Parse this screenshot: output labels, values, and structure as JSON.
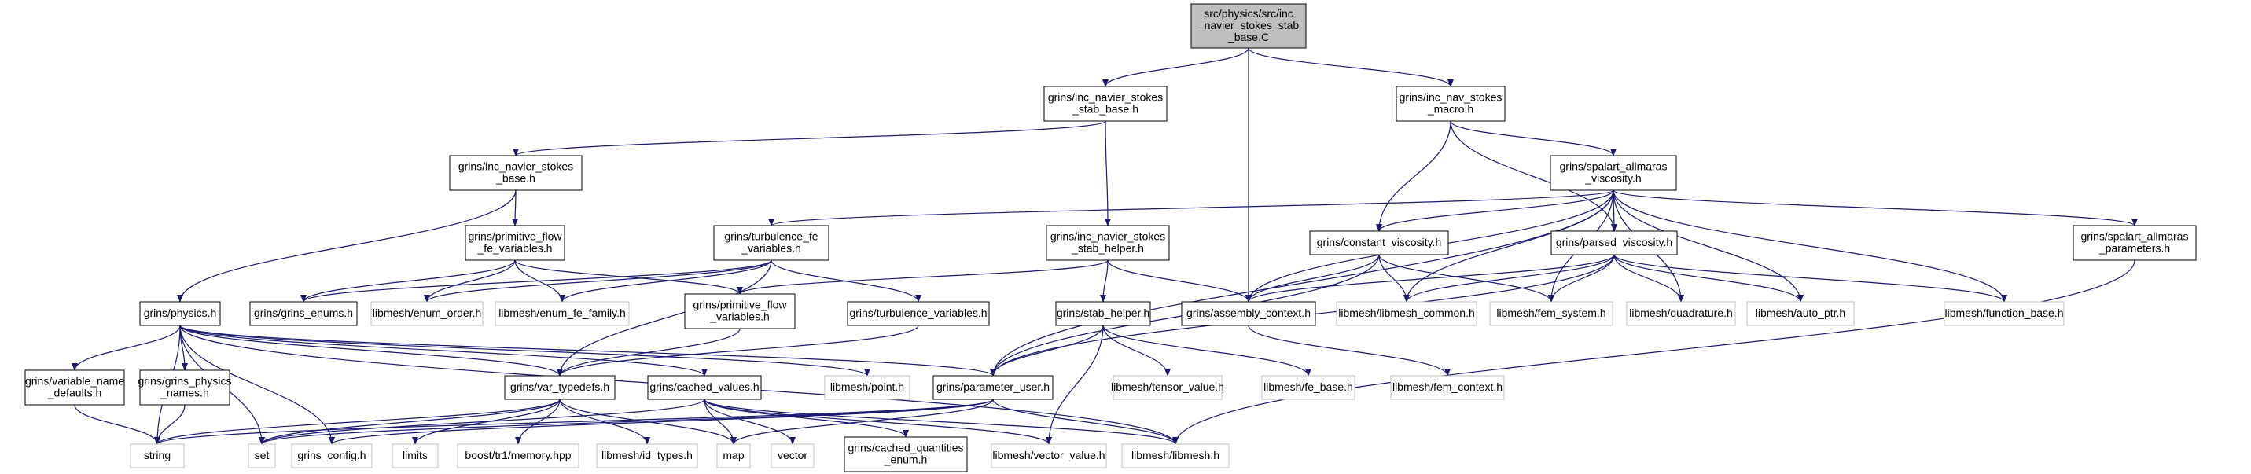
{
  "colors": {
    "edge": "#191970",
    "node_border": "#000000",
    "system_border": "#bfbfbf",
    "root_fill": "#bfbfbf",
    "node_fill": "#ffffff"
  },
  "nodes": [
    {
      "id": "root",
      "lines": [
        "src/physics/src/inc",
        "_navier_stokes_stab",
        "_base.C"
      ],
      "kind": "root"
    },
    {
      "id": "inc_ns_stab_base",
      "lines": [
        "grins/inc_navier_stokes",
        "_stab_base.h"
      ],
      "kind": "header"
    },
    {
      "id": "inc_nav_macro",
      "lines": [
        "grins/inc_nav_stokes",
        "_macro.h"
      ],
      "kind": "header"
    },
    {
      "id": "inc_ns_base",
      "lines": [
        "grins/inc_navier_stokes",
        "_base.h"
      ],
      "kind": "header"
    },
    {
      "id": "spalart_visc",
      "lines": [
        "grins/spalart_allmaras",
        "_viscosity.h"
      ],
      "kind": "header"
    },
    {
      "id": "prim_flow_fe",
      "lines": [
        "grins/primitive_flow",
        "_fe_variables.h"
      ],
      "kind": "header"
    },
    {
      "id": "turb_fe",
      "lines": [
        "grins/turbulence_fe",
        "_variables.h"
      ],
      "kind": "header"
    },
    {
      "id": "inc_ns_stab_helper",
      "lines": [
        "grins/inc_navier_stokes",
        "_stab_helper.h"
      ],
      "kind": "header"
    },
    {
      "id": "constant_visc",
      "lines": [
        "grins/constant_viscosity.h"
      ],
      "kind": "header"
    },
    {
      "id": "parsed_visc",
      "lines": [
        "grins/parsed_viscosity.h"
      ],
      "kind": "header"
    },
    {
      "id": "spalart_params",
      "lines": [
        "grins/spalart_allmaras",
        "_parameters.h"
      ],
      "kind": "header"
    },
    {
      "id": "physics",
      "lines": [
        "grins/physics.h"
      ],
      "kind": "header"
    },
    {
      "id": "grins_enums",
      "lines": [
        "grins/grins_enums.h"
      ],
      "kind": "header"
    },
    {
      "id": "enum_order",
      "lines": [
        "libmesh/enum_order.h"
      ],
      "kind": "system"
    },
    {
      "id": "enum_fe_family",
      "lines": [
        "libmesh/enum_fe_family.h"
      ],
      "kind": "system"
    },
    {
      "id": "prim_flow_vars",
      "lines": [
        "grins/primitive_flow",
        "_variables.h"
      ],
      "kind": "header"
    },
    {
      "id": "turb_vars",
      "lines": [
        "grins/turbulence_variables.h"
      ],
      "kind": "header"
    },
    {
      "id": "stab_helper",
      "lines": [
        "grins/stab_helper.h"
      ],
      "kind": "header"
    },
    {
      "id": "assembly_ctx",
      "lines": [
        "grins/assembly_context.h"
      ],
      "kind": "header"
    },
    {
      "id": "libmesh_common",
      "lines": [
        "libmesh/libmesh_common.h"
      ],
      "kind": "system"
    },
    {
      "id": "fem_system",
      "lines": [
        "libmesh/fem_system.h"
      ],
      "kind": "system"
    },
    {
      "id": "quadrature",
      "lines": [
        "libmesh/quadrature.h"
      ],
      "kind": "system"
    },
    {
      "id": "auto_ptr",
      "lines": [
        "libmesh/auto_ptr.h"
      ],
      "kind": "system"
    },
    {
      "id": "function_base",
      "lines": [
        "libmesh/function_base.h"
      ],
      "kind": "system"
    },
    {
      "id": "var_name_defaults",
      "lines": [
        "grins/variable_name",
        "_defaults.h"
      ],
      "kind": "header"
    },
    {
      "id": "physics_names",
      "lines": [
        "grins/grins_physics",
        "_names.h"
      ],
      "kind": "header"
    },
    {
      "id": "var_typedefs",
      "lines": [
        "grins/var_typedefs.h"
      ],
      "kind": "header"
    },
    {
      "id": "cached_values",
      "lines": [
        "grins/cached_values.h"
      ],
      "kind": "header"
    },
    {
      "id": "point",
      "lines": [
        "libmesh/point.h"
      ],
      "kind": "system"
    },
    {
      "id": "param_user",
      "lines": [
        "grins/parameter_user.h"
      ],
      "kind": "header"
    },
    {
      "id": "tensor_value",
      "lines": [
        "libmesh/tensor_value.h"
      ],
      "kind": "system"
    },
    {
      "id": "fe_base",
      "lines": [
        "libmesh/fe_base.h"
      ],
      "kind": "system"
    },
    {
      "id": "fem_context",
      "lines": [
        "libmesh/fem_context.h"
      ],
      "kind": "system"
    },
    {
      "id": "string",
      "lines": [
        "string"
      ],
      "kind": "system"
    },
    {
      "id": "set",
      "lines": [
        "set"
      ],
      "kind": "system"
    },
    {
      "id": "grins_config",
      "lines": [
        "grins_config.h"
      ],
      "kind": "system"
    },
    {
      "id": "limits",
      "lines": [
        "limits"
      ],
      "kind": "system"
    },
    {
      "id": "memory_hpp",
      "lines": [
        "boost/tr1/memory.hpp"
      ],
      "kind": "system"
    },
    {
      "id": "id_types",
      "lines": [
        "libmesh/id_types.h"
      ],
      "kind": "system"
    },
    {
      "id": "map",
      "lines": [
        "map"
      ],
      "kind": "system"
    },
    {
      "id": "vector",
      "lines": [
        "vector"
      ],
      "kind": "system"
    },
    {
      "id": "cached_quant_enum",
      "lines": [
        "grins/cached_quantities",
        "_enum.h"
      ],
      "kind": "header"
    },
    {
      "id": "vector_value",
      "lines": [
        "libmesh/vector_value.h"
      ],
      "kind": "system"
    },
    {
      "id": "libmesh_h",
      "lines": [
        "libmesh/libmesh.h"
      ],
      "kind": "system"
    }
  ],
  "edges": [
    [
      "root",
      "inc_ns_stab_base"
    ],
    [
      "root",
      "inc_nav_macro"
    ],
    [
      "root",
      "assembly_ctx"
    ],
    [
      "inc_ns_stab_base",
      "inc_ns_base"
    ],
    [
      "inc_ns_stab_base",
      "inc_ns_stab_helper"
    ],
    [
      "inc_nav_macro",
      "spalart_visc"
    ],
    [
      "inc_nav_macro",
      "constant_visc"
    ],
    [
      "inc_nav_macro",
      "parsed_visc"
    ],
    [
      "inc_ns_base",
      "prim_flow_fe"
    ],
    [
      "inc_ns_base",
      "physics"
    ],
    [
      "spalart_visc",
      "turb_fe"
    ],
    [
      "spalart_visc",
      "constant_visc"
    ],
    [
      "spalart_visc",
      "parsed_visc"
    ],
    [
      "spalart_visc",
      "spalart_params"
    ],
    [
      "spalart_visc",
      "assembly_ctx"
    ],
    [
      "spalart_visc",
      "libmesh_common"
    ],
    [
      "spalart_visc",
      "fem_system"
    ],
    [
      "spalart_visc",
      "quadrature"
    ],
    [
      "spalart_visc",
      "auto_ptr"
    ],
    [
      "spalart_visc",
      "function_base"
    ],
    [
      "spalart_visc",
      "param_user"
    ],
    [
      "prim_flow_fe",
      "grins_enums"
    ],
    [
      "prim_flow_fe",
      "enum_order"
    ],
    [
      "prim_flow_fe",
      "enum_fe_family"
    ],
    [
      "prim_flow_fe",
      "prim_flow_vars"
    ],
    [
      "turb_fe",
      "grins_enums"
    ],
    [
      "turb_fe",
      "enum_order"
    ],
    [
      "turb_fe",
      "enum_fe_family"
    ],
    [
      "turb_fe",
      "turb_vars"
    ],
    [
      "turb_fe",
      "var_typedefs"
    ],
    [
      "inc_ns_stab_helper",
      "prim_flow_vars"
    ],
    [
      "inc_ns_stab_helper",
      "stab_helper"
    ],
    [
      "inc_ns_stab_helper",
      "assembly_ctx"
    ],
    [
      "constant_visc",
      "assembly_ctx"
    ],
    [
      "constant_visc",
      "libmesh_common"
    ],
    [
      "constant_visc",
      "fem_system"
    ],
    [
      "constant_visc",
      "param_user"
    ],
    [
      "parsed_visc",
      "assembly_ctx"
    ],
    [
      "parsed_visc",
      "libmesh_common"
    ],
    [
      "parsed_visc",
      "fem_system"
    ],
    [
      "parsed_visc",
      "quadrature"
    ],
    [
      "parsed_visc",
      "auto_ptr"
    ],
    [
      "parsed_visc",
      "function_base"
    ],
    [
      "parsed_visc",
      "param_user"
    ],
    [
      "spalart_params",
      "libmesh_h"
    ],
    [
      "physics",
      "var_name_defaults"
    ],
    [
      "physics",
      "physics_names"
    ],
    [
      "physics",
      "var_typedefs"
    ],
    [
      "physics",
      "cached_values"
    ],
    [
      "physics",
      "point"
    ],
    [
      "physics",
      "param_user"
    ],
    [
      "physics",
      "string"
    ],
    [
      "physics",
      "set"
    ],
    [
      "physics",
      "grins_config"
    ],
    [
      "physics",
      "libmesh_h"
    ],
    [
      "prim_flow_vars",
      "var_typedefs"
    ],
    [
      "turb_vars",
      "var_typedefs"
    ],
    [
      "stab_helper",
      "param_user"
    ],
    [
      "stab_helper",
      "tensor_value"
    ],
    [
      "stab_helper",
      "fe_base"
    ],
    [
      "stab_helper",
      "vector_value"
    ],
    [
      "assembly_ctx",
      "fem_context"
    ],
    [
      "var_name_defaults",
      "string"
    ],
    [
      "physics_names",
      "string"
    ],
    [
      "var_typedefs",
      "limits"
    ],
    [
      "var_typedefs",
      "memory_hpp"
    ],
    [
      "var_typedefs",
      "id_types"
    ],
    [
      "var_typedefs",
      "map"
    ],
    [
      "var_typedefs",
      "string"
    ],
    [
      "var_typedefs",
      "set"
    ],
    [
      "cached_values",
      "set"
    ],
    [
      "cached_values",
      "map"
    ],
    [
      "cached_values",
      "vector"
    ],
    [
      "cached_values",
      "cached_quant_enum"
    ],
    [
      "cached_values",
      "vector_value"
    ],
    [
      "cached_values",
      "libmesh_h"
    ],
    [
      "param_user",
      "grins_config"
    ],
    [
      "param_user",
      "string"
    ],
    [
      "param_user",
      "set"
    ],
    [
      "param_user",
      "map"
    ],
    [
      "param_user",
      "libmesh_h"
    ]
  ]
}
